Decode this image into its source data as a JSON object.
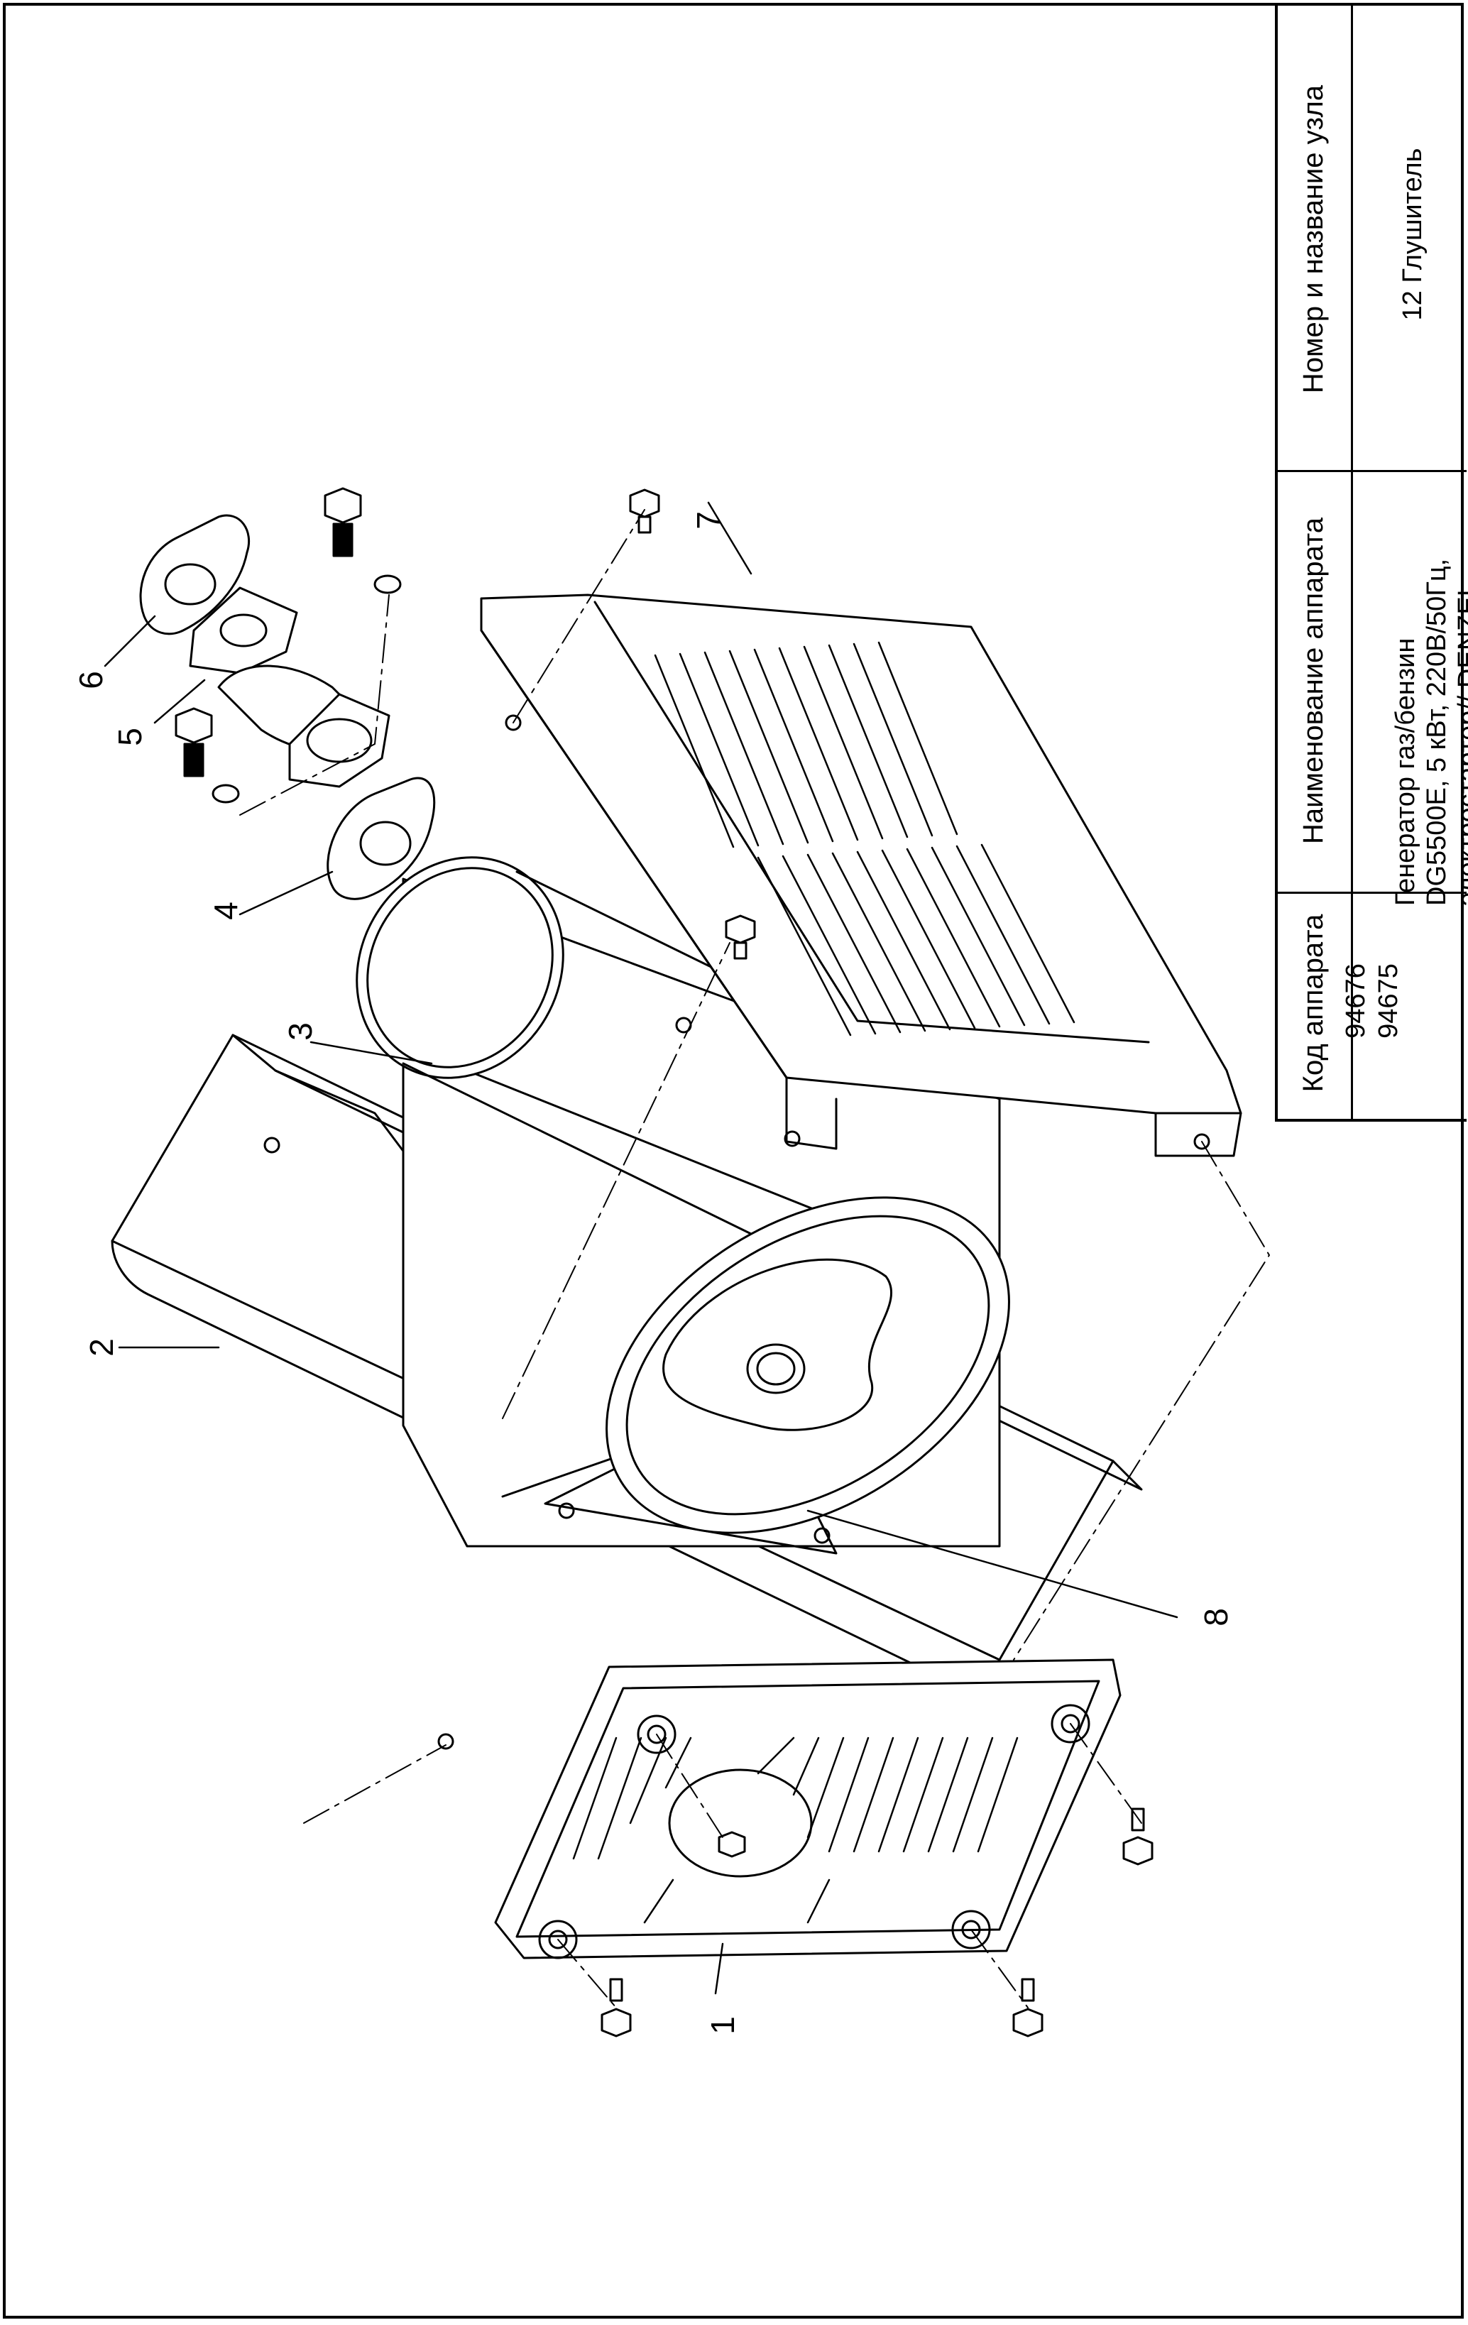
{
  "title_block": {
    "headers": {
      "code": "Код аппарата",
      "device_name": "Наименование аппарата",
      "unit": "Номер и название узла"
    },
    "values": {
      "codes": [
        "94676",
        "94675"
      ],
      "device_name_lines": [
        "Генератор газ/бензин",
        "DG5500E, 5 кВт, 220В/50Гц,",
        "электростартер// DENZEL"
      ],
      "unit": "12 Глушитель"
    }
  },
  "callouts": [
    "1",
    "2",
    "3",
    "4",
    "5",
    "6",
    "7",
    "8"
  ]
}
